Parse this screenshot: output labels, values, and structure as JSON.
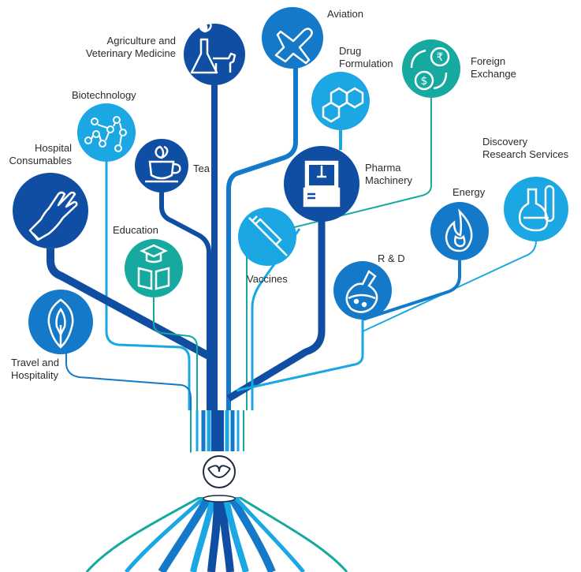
{
  "colors": {
    "navy": "#0f4ea3",
    "blue": "#1379c8",
    "sky": "#1aa7e4",
    "teal": "#16a9a0",
    "label": "#2b2b2b"
  },
  "center_icon": "monogram-logo",
  "branches": [
    {
      "key": "agriculture",
      "label": "Agriculture and\nVeterinary Medicine",
      "icon": "flask-cow-icon"
    },
    {
      "key": "aviation",
      "label": "Aviation",
      "icon": "airplane-icon"
    },
    {
      "key": "drug",
      "label": "Drug\nFormulation",
      "icon": "molecule-icon"
    },
    {
      "key": "forex",
      "label": "Foreign\nExchange",
      "icon": "currency-exchange-icon"
    },
    {
      "key": "biotech",
      "label": "Biotechnology",
      "icon": "molecular-chain-icon"
    },
    {
      "key": "tea",
      "label": "Tea",
      "icon": "teacup-icon"
    },
    {
      "key": "pharma",
      "label": "Pharma\nMachinery",
      "icon": "pharma-machine-icon"
    },
    {
      "key": "discovery",
      "label": "Discovery\nResearch Services",
      "icon": "lab-flask-icon"
    },
    {
      "key": "hospital",
      "label": "Hospital\nConsumables",
      "icon": "glove-icon"
    },
    {
      "key": "energy",
      "label": "Energy",
      "icon": "flame-icon"
    },
    {
      "key": "education",
      "label": "Education",
      "icon": "book-cap-icon"
    },
    {
      "key": "vaccines",
      "label": "Vaccines",
      "icon": "syringe-icon"
    },
    {
      "key": "rnd",
      "label": "R & D",
      "icon": "beaker-icon"
    },
    {
      "key": "travel",
      "label": "Travel and\nHospitality",
      "icon": "lotus-icon"
    }
  ]
}
